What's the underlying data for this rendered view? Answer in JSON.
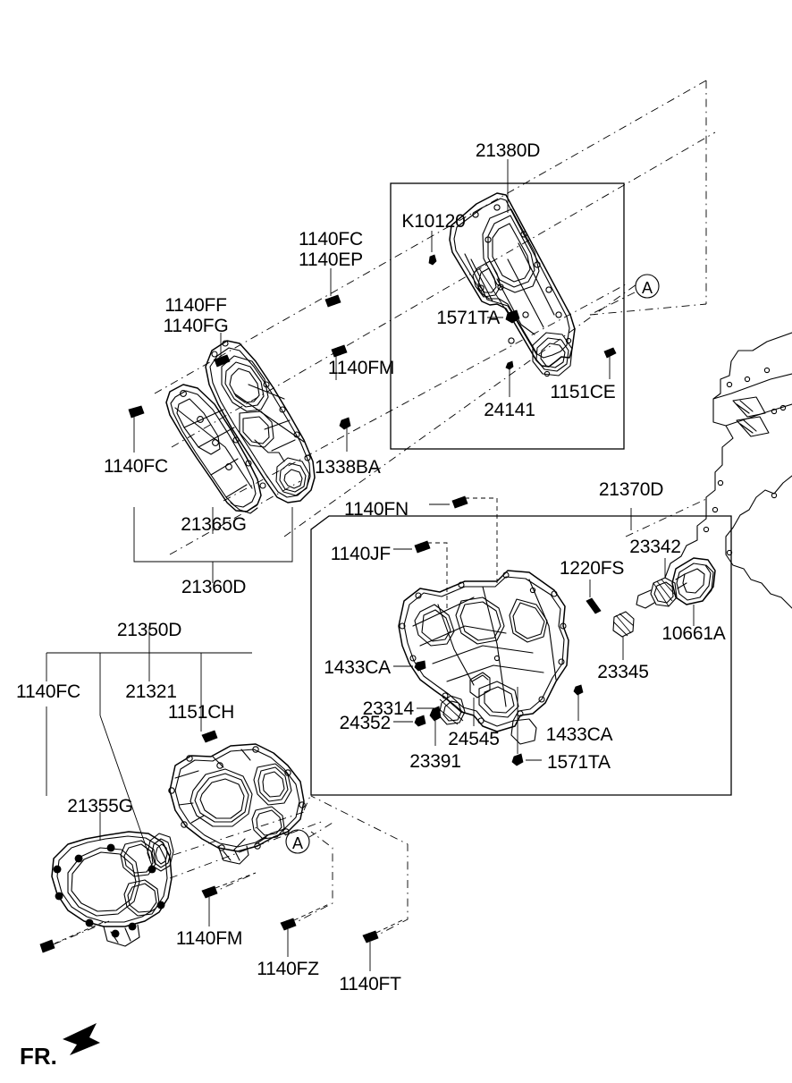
{
  "diagram": {
    "title": "Engine Timing Chain Cover Exploded Parts Diagram",
    "orientation_marker": "FR.",
    "reference_callouts": [
      "A",
      "A"
    ]
  },
  "part_numbers": {
    "p21380D": "21380D",
    "pK10120": "K10120",
    "p1571TA_top": "1571TA",
    "p24141": "24141",
    "p1151CE": "1151CE",
    "p1140FC_top": "1140FC",
    "p1140EP": "1140EP",
    "p1140FM_top": "1140FM",
    "p1140FF": "1140FF",
    "p1140FG": "1140FG",
    "p1140FC_left": "1140FC",
    "p21365G": "21365G",
    "p21360D": "21360D",
    "p1338BA": "1338BA",
    "p1140FN": "1140FN",
    "p1140JF": "1140JF",
    "p21370D": "21370D",
    "p23342": "23342",
    "p1220FS": "1220FS",
    "p10661A": "10661A",
    "p23345": "23345",
    "p1433CA_left": "1433CA",
    "p23314": "23314",
    "p24352": "24352",
    "p23391": "23391",
    "p24545": "24545",
    "p1433CA_right": "1433CA",
    "p1571TA_mid": "1571TA",
    "p21350D": "21350D",
    "p1140FC_bot": "1140FC",
    "p21321": "21321",
    "p1151CH": "1151CH",
    "p21355G": "21355G",
    "p1140FM_bot": "1140FM",
    "p1140FZ": "1140FZ",
    "p1140FT": "1140FT"
  },
  "colors": {
    "line": "#000000",
    "background": "#ffffff"
  }
}
